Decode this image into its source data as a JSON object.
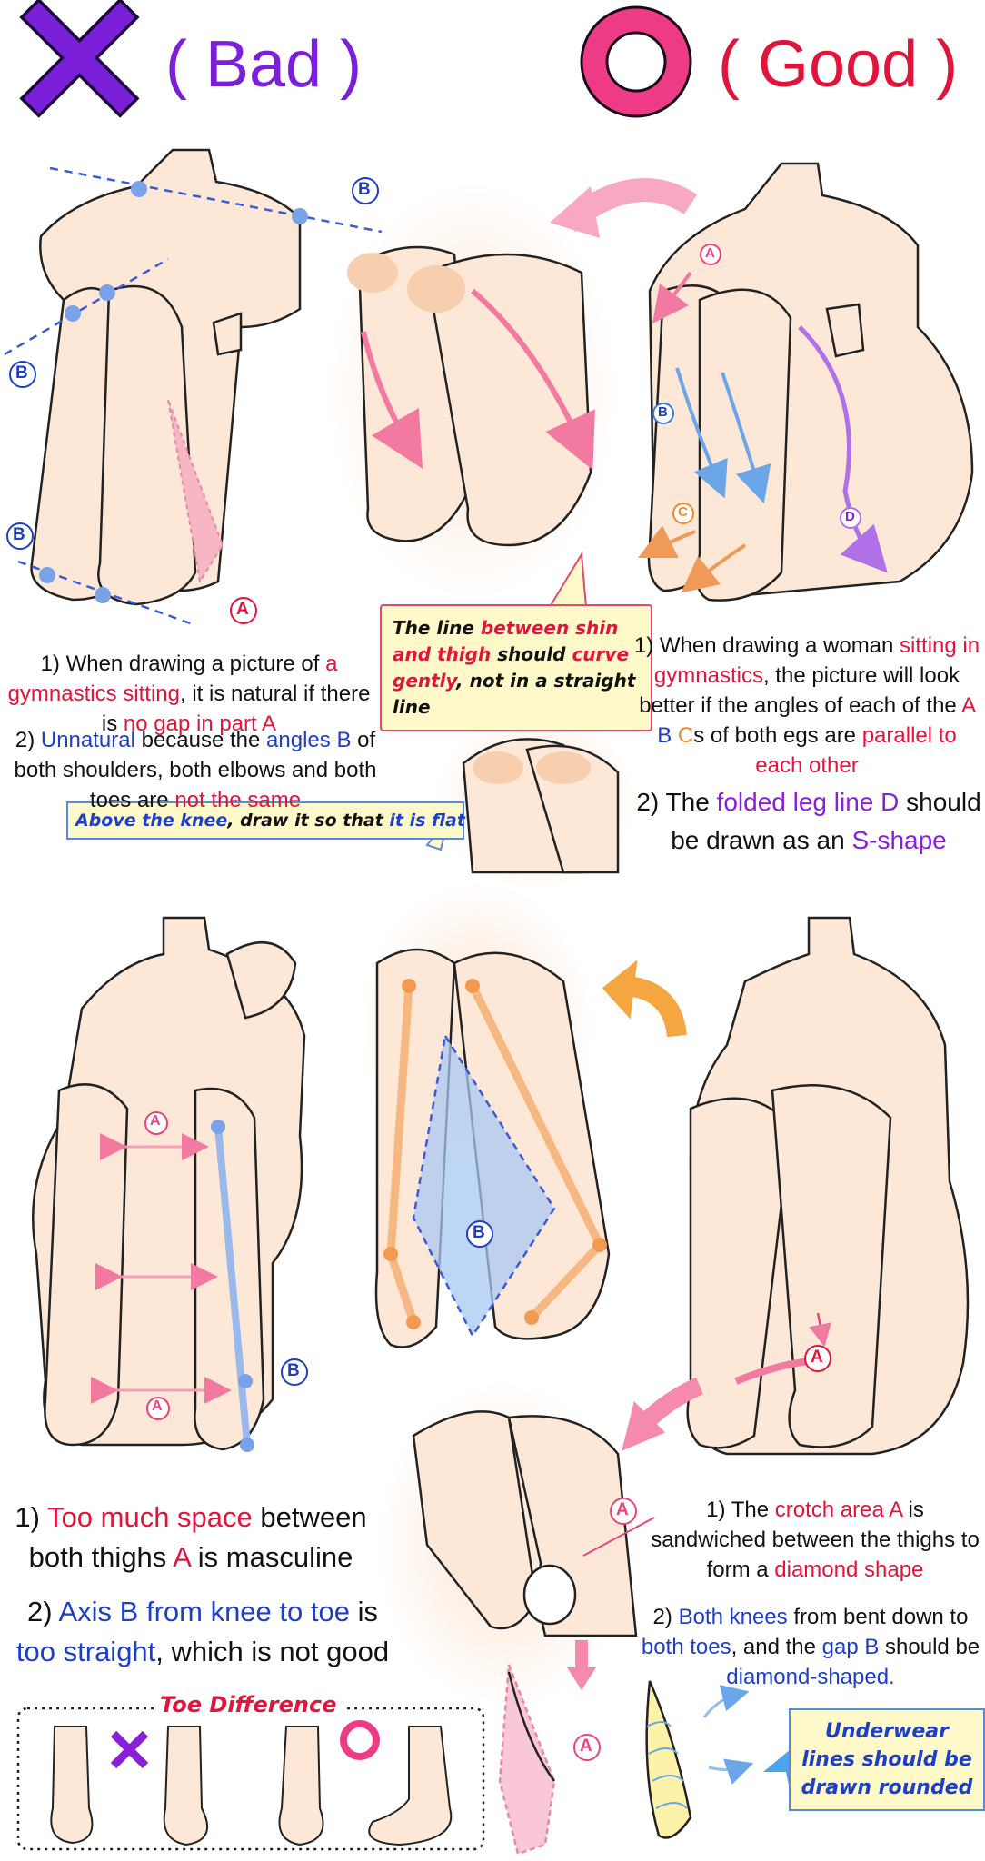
{
  "header": {
    "bad": "( Bad )",
    "good": "( Good )"
  },
  "marks": {
    "a": "A",
    "b": "B",
    "c": "C",
    "d": "D"
  },
  "top_callout": {
    "p1": "The line ",
    "p2": "between shin and thigh",
    "p3": " should ",
    "p4": "curve gently",
    "p5": ",",
    "p6": "not in a straight line"
  },
  "knee_callout": {
    "p1": "Above the knee",
    "p2": ", draw it so that ",
    "p3": "it is flat"
  },
  "bad_notes": {
    "n1": {
      "p1": "1) When drawing a picture of ",
      "p2": "a gymnastics sitting",
      "p3": ", it is natural if there is ",
      "p4": "no gap in part A"
    },
    "n2": {
      "p1": "2) ",
      "p2": "Unnatural",
      "p3": " because the ",
      "p4": "angles B",
      "p5": " of both shoulders, both elbows and both toes are ",
      "p6": "not the same"
    }
  },
  "good_notes": {
    "n1": {
      "p1": "1) When drawing a woman ",
      "p2": "sitting in gymnastics",
      "p3": ", the picture will look better if the angles of each of the ",
      "p4": "A",
      "p5": "B",
      "p6": "C",
      "p7": "s of both egs are ",
      "p8": "parallel to each other"
    },
    "n2": {
      "p1": "2) The ",
      "p2": "folded leg line D",
      "p3": " should be drawn as an ",
      "p4": "S-shape"
    }
  },
  "bottom_bad": {
    "n1": {
      "p1": "1) ",
      "p2": "Too much space",
      "p3": " between both thighs ",
      "p4": "A",
      "p5": " is masculine"
    },
    "n2": {
      "p1": "2) ",
      "p2": "Axis B from knee to toe",
      "p3": " is ",
      "p4": "too straight",
      "p5": ", which is not good"
    }
  },
  "bottom_good": {
    "n1": {
      "p1": "1) The ",
      "p2": "crotch area A",
      "p3": " is sandwiched between the thighs to form a ",
      "p4": "diamond shape"
    },
    "n2": {
      "p1": "2) ",
      "p2": "Both knees",
      "p3": " from bent down to ",
      "p4": "both toes",
      "p5": ", and the ",
      "p6": "gap B",
      "p7": " should be ",
      "p8": "diamond-shaped."
    }
  },
  "toe_box": {
    "title": "Toe Difference"
  },
  "underwear_callout": {
    "p1": "Underwear lines should be ",
    "p2": "drawn rounded"
  },
  "colors": {
    "bad": "#7b1fd9",
    "good": "#ef3b86",
    "skin": "#fde8d8",
    "line": "#222222"
  }
}
